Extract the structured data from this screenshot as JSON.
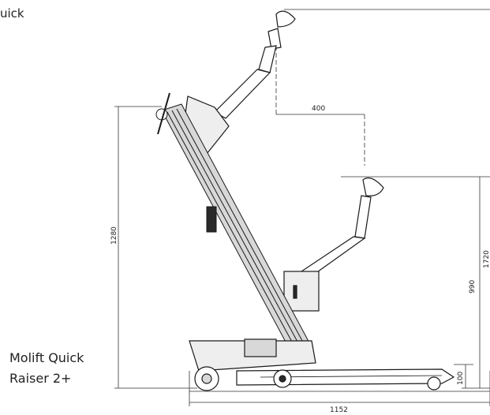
{
  "corner_label": "uick",
  "product_name_line1": "Molift Quick",
  "product_name_line2": "Raiser 2+",
  "dimensions": {
    "height_lowered": "1280",
    "arm_offset": "400",
    "height_max": "1720",
    "arm_height": "990",
    "base_height": "100",
    "length": "1152"
  },
  "colors": {
    "line": "#1a1a1a",
    "dim_line": "#333333",
    "frame_fill": "#d8d8d8",
    "dark_fill": "#2a2a2a"
  }
}
